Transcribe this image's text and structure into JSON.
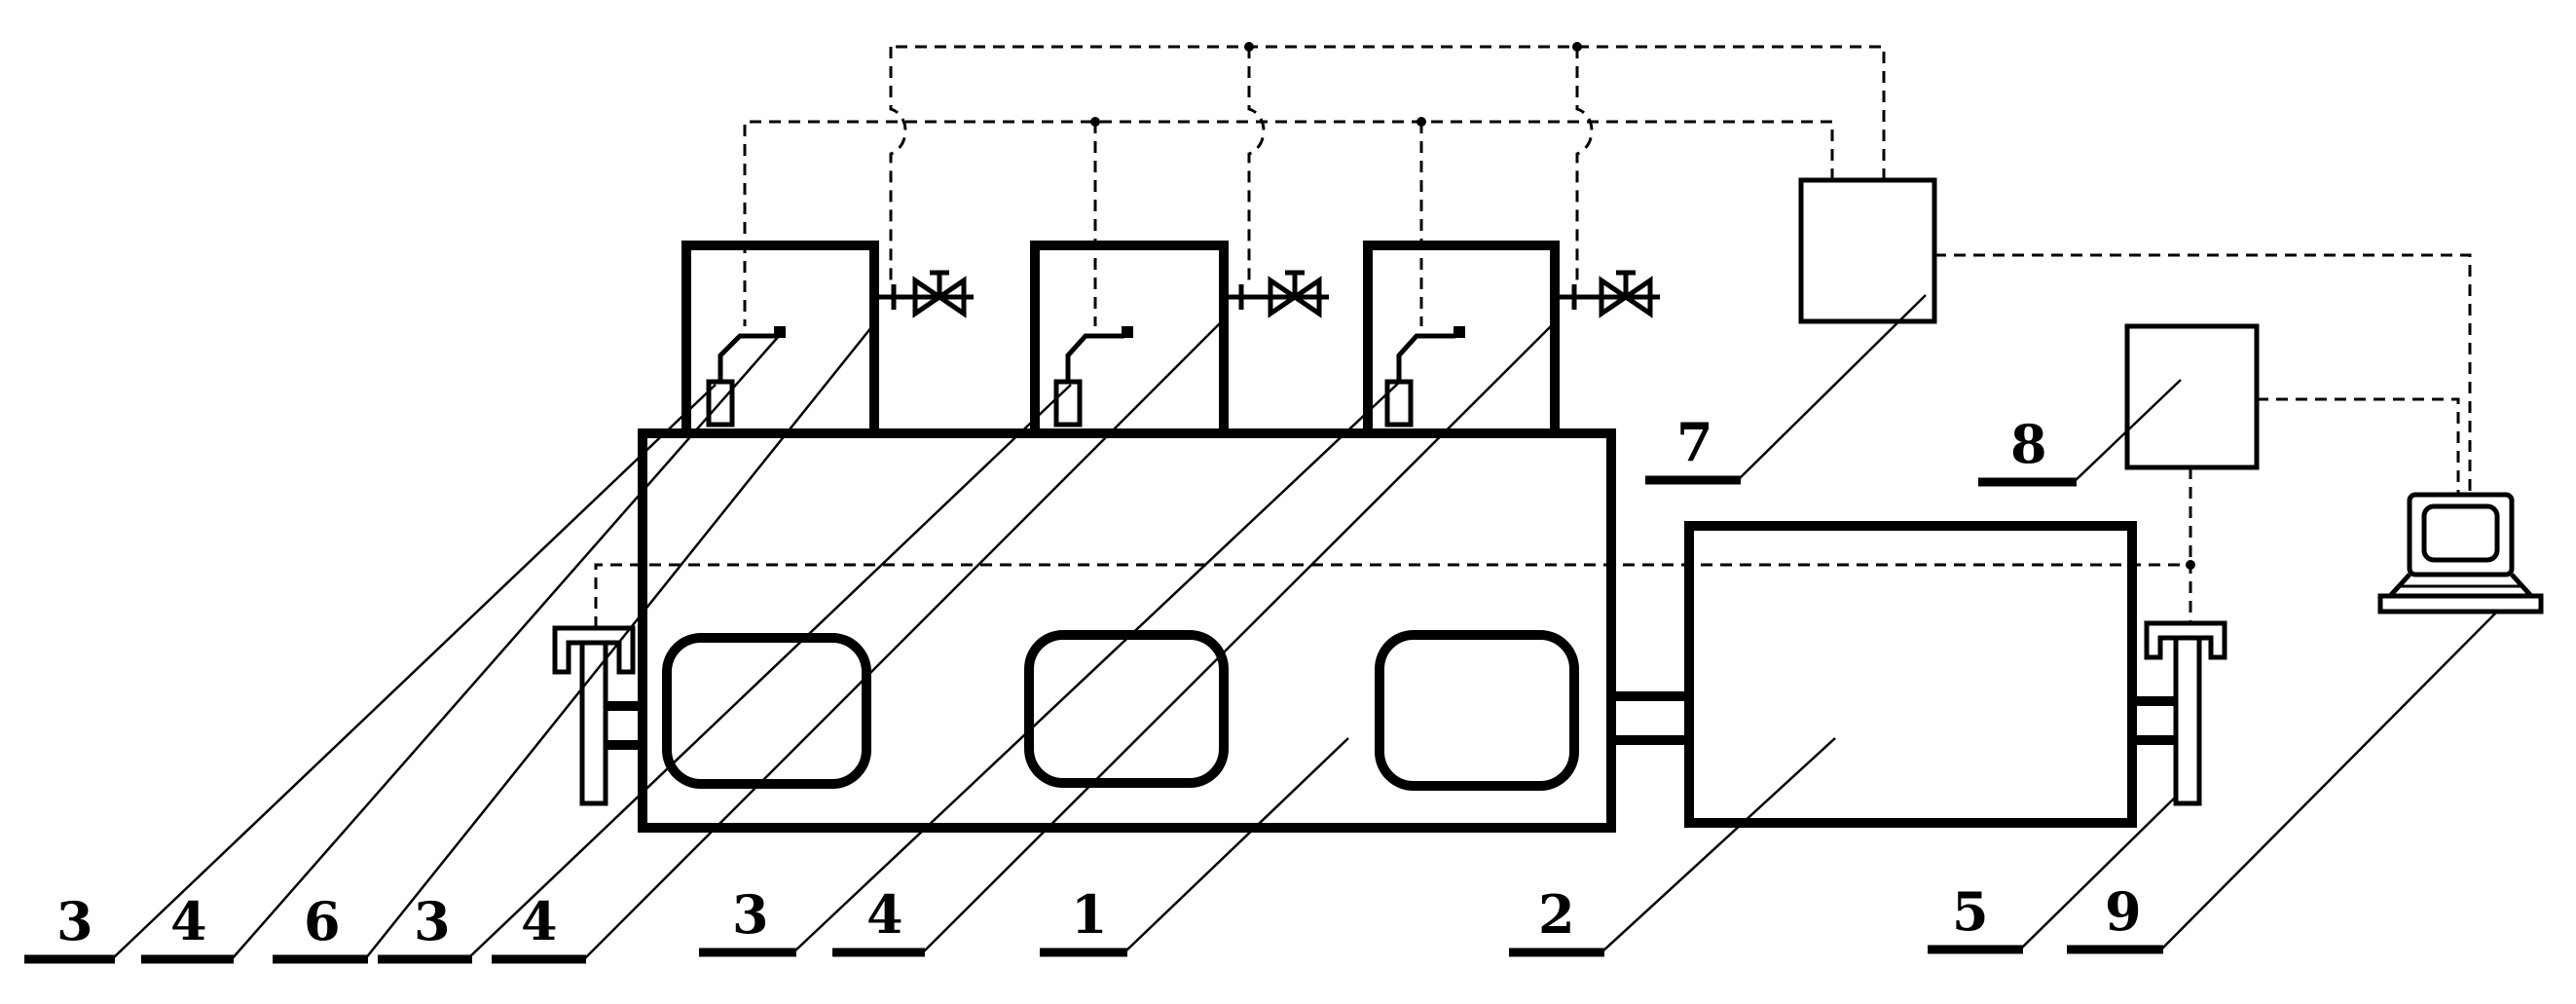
{
  "labels": {
    "l1": "3",
    "l2": "4",
    "l3": "6",
    "l4": "3",
    "l5": "4",
    "l6": "3",
    "l7": "4",
    "l8": "1",
    "l9": "2",
    "l10": "5",
    "l11": "9",
    "l12": "7",
    "l13": "8"
  }
}
